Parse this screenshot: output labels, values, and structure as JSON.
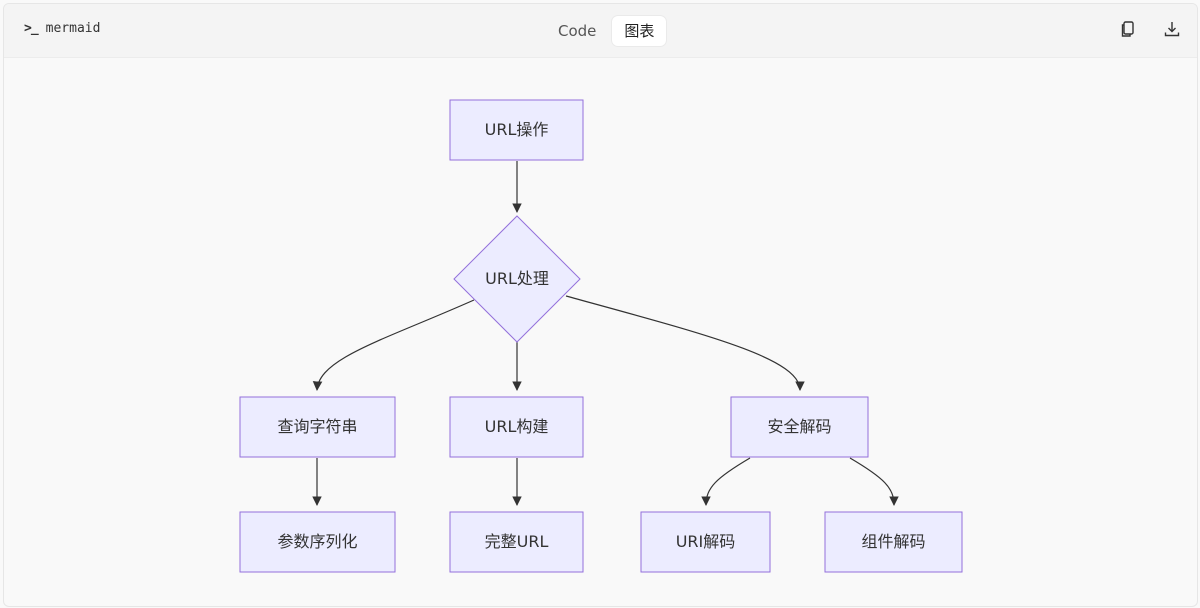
{
  "toolbar": {
    "language": "mermaid",
    "tabs": [
      {
        "label": "Code",
        "active": false
      },
      {
        "label": "图表",
        "active": true
      }
    ],
    "actions": [
      "copy-icon",
      "download-icon"
    ]
  },
  "diagram": {
    "node_fill": "#ececff",
    "node_stroke": "#9370db",
    "edge_color": "#333333",
    "nodes": {
      "url_ops": "URL操作",
      "url_proc": "URL处理",
      "query_string": "查询字符串",
      "url_build": "URL构建",
      "safe_decode": "安全解码",
      "param_serial": "参数序列化",
      "full_url": "完整URL",
      "uri_decode": "URI解码",
      "component_decode": "组件解码"
    }
  }
}
